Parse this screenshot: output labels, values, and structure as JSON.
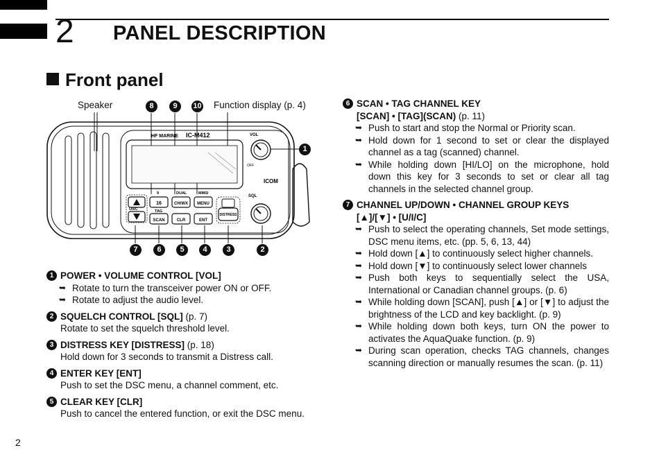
{
  "chapter": {
    "number": "2",
    "title": "PANEL DESCRIPTION"
  },
  "section": {
    "title": "Front panel"
  },
  "page_number": "2",
  "figure": {
    "labels": {
      "speaker": "Speaker",
      "function_display": "Function display (p. 4)"
    },
    "callouts_top": [
      "8",
      "9",
      "10"
    ],
    "callouts_right": [
      "1"
    ],
    "callouts_bottom": [
      "7",
      "6",
      "5",
      "4",
      "3",
      "2"
    ],
    "device_text": {
      "brand_left": "HF MARINE",
      "model": "IC-M412",
      "vol": "VOL",
      "off": "OFF",
      "sql": "SQL",
      "icom": "ICOM",
      "key_16": "16",
      "key_chwx": "CH/WX",
      "key_menu": "MENU",
      "key_scan": "SCAN",
      "key_clr": "CLR",
      "key_ent": "ENT",
      "key_distress": "DISTRESS",
      "lbl_9": "9",
      "lbl_dual": "DUAL",
      "lbl_mmsi": "MMSI",
      "lbl_uic": "U/I/C",
      "lbl_tag": "TAG"
    }
  },
  "left_items": [
    {
      "num": "1",
      "head": "POWER • VOLUME CONTROL [VOL]",
      "bullets": [
        "Rotate to turn the transceiver power ON or OFF.",
        "Rotate to adjust the audio level."
      ]
    },
    {
      "num": "2",
      "head": "SQUELCH CONTROL [SQL]",
      "ref": " (p. 7)",
      "text": "Rotate to set the squelch threshold level."
    },
    {
      "num": "3",
      "head": "DISTRESS KEY [DISTRESS]",
      "ref": " (p. 18)",
      "text": "Hold down for 3 seconds to transmit a Distress call."
    },
    {
      "num": "4",
      "head": "ENTER KEY [ENT]",
      "text": "Push to set the DSC menu, a channel comment, etc."
    },
    {
      "num": "5",
      "head": "CLEAR KEY [CLR]",
      "text": "Push to cancel the entered function, or exit the DSC menu."
    }
  ],
  "right_items": [
    {
      "num": "6",
      "head": "SCAN • TAG CHANNEL KEY",
      "sub": "[SCAN] • [TAG](SCAN)",
      "sub_ref": " (p. 11)",
      "bullets": [
        "Push to start and stop the Normal or Priority scan.",
        "Hold down for 1 second to set or clear the displayed channel as a tag (scanned) channel.",
        "While holding down [HI/LO] on the microphone, hold down this key for 3 seconds to set or clear all tag channels in the selected channel group."
      ]
    },
    {
      "num": "7",
      "head": "CHANNEL UP/DOWN • CHANNEL GROUP KEYS",
      "sub": "[▲]/[▼] • [U/I/C]",
      "bullets": [
        "Push to select the operating channels, Set mode settings, DSC menu items, etc. (pp. 5, 6, 13, 44)",
        "Hold down [▲] to continuously select higher channels.",
        "Hold down [▼] to continuously select lower channels",
        "Push both keys to sequentially select the USA, International or Canadian channel groups. (p. 6)",
        "While holding down [SCAN], push [▲] or [▼] to adjust the brightness of the LCD and key backlight. (p. 9)",
        "While holding down both keys, turn ON the power to activates the AquaQuake function. (p. 9)",
        "During scan operation, checks TAG channels, changes scanning direction or manually resumes the scan. (p. 11)"
      ]
    }
  ]
}
